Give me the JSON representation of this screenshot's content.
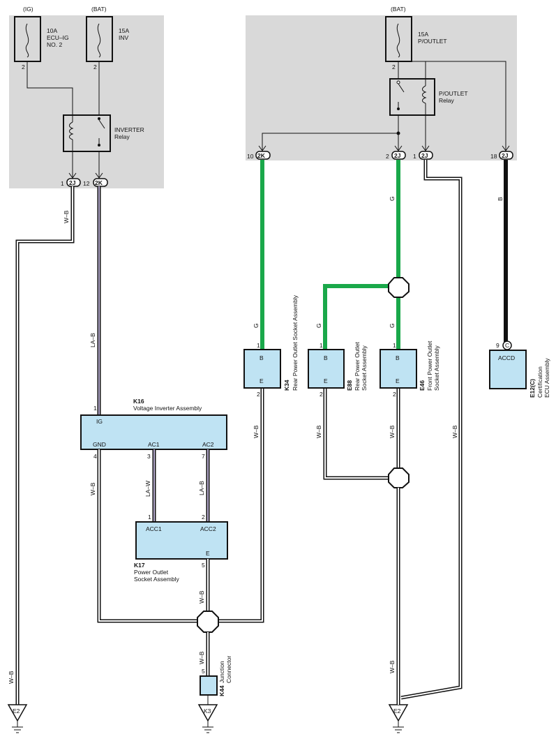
{
  "fuses": {
    "ig": {
      "supply": "(IG)",
      "rating": "10A",
      "name_line1": "ECU–IG",
      "name_line2": "NO. 2",
      "pin": "2"
    },
    "inv": {
      "supply": "(BAT)",
      "rating": "15A",
      "name": "INV",
      "pin": "2"
    },
    "poutlet": {
      "supply": "(BAT)",
      "rating": "15A",
      "name": "P/OUTLET",
      "pin": "2"
    }
  },
  "relays": {
    "inverter": {
      "name_line1": "INVERTER",
      "name_line2": "Relay"
    },
    "poutlet": {
      "name_line1": "P/OUTLET",
      "name_line2": "Relay"
    }
  },
  "connectors": {
    "left_2j": {
      "pin": "1",
      "code": "2J"
    },
    "left_2k": {
      "pin": "12",
      "code": "2K"
    },
    "right_2k": {
      "pin": "10",
      "code": "2K"
    },
    "right_2j_a": {
      "pin": "2",
      "code": "2J"
    },
    "right_2j_b": {
      "pin": "1",
      "code": "2J"
    },
    "right_2j_c": {
      "pin": "18",
      "code": "2J"
    }
  },
  "wire_colors": {
    "wb": "W–B",
    "lab": "LA–B",
    "law": "LA–W",
    "g": "G",
    "b": "B"
  },
  "components": {
    "k16": {
      "code": "K16",
      "name": "Voltage Inverter Assembly",
      "pin_ig": "IG",
      "pin_gnd": "GND",
      "pin_ac1": "AC1",
      "pin_ac2": "AC2",
      "n_ig": "1",
      "n_gnd": "4",
      "n_ac1": "3",
      "n_ac2": "7"
    },
    "k17": {
      "code": "K17",
      "name_line1": "Power Outlet",
      "name_line2": "Socket Assembly",
      "pin_acc1": "ACC1",
      "pin_acc2": "ACC2",
      "pin_e": "E",
      "n_acc1": "1",
      "n_acc2": "2",
      "n_e": "5"
    },
    "k34": {
      "code": "K34",
      "name": "Rear Power Outlet Socket Assembly",
      "pin_b": "B",
      "pin_e": "E",
      "n_b": "1",
      "n_e": "2"
    },
    "e88": {
      "code": "E88",
      "name_line1": "Rear Power Outlet",
      "name_line2": "Socket Assembly",
      "pin_b": "B",
      "pin_e": "E",
      "n_b": "1",
      "n_e": "2"
    },
    "e46": {
      "code": "E46",
      "name_line1": "Front Power Outlet",
      "name_line2": "Socket Assembly",
      "pin_b": "B",
      "pin_e": "E",
      "n_b": "1",
      "n_e": "2"
    },
    "e12": {
      "code": "E12(C)",
      "name_line1": "Certification",
      "name_line2": "ECU Assembly",
      "pin": "ACCD",
      "n": "9",
      "conn": "C"
    },
    "k44": {
      "code": "K44",
      "name_line1": "Junction",
      "name_line2": "Connector",
      "n": "5"
    }
  },
  "grounds": {
    "left": "E2",
    "middle": "K3",
    "right": "E2"
  },
  "colors": {
    "zone": "#d9d9d9",
    "component": "#bfe3f3",
    "green_wire": "#1aa84a",
    "lavender_wire": "#b3a9cc"
  }
}
